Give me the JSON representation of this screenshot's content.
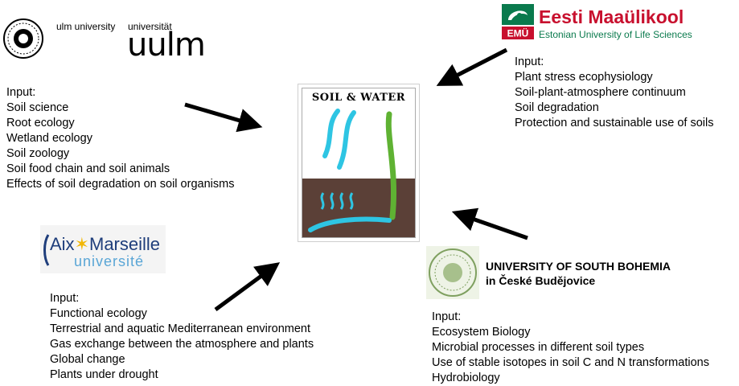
{
  "center": {
    "title": "SOIL & WATER"
  },
  "ulm": {
    "label_ulm_university": "ulm university",
    "label_universitat": "universität",
    "wordmark": "uulm",
    "input_heading": "Input:",
    "items": [
      "Soil science",
      "Root ecology",
      "Wetland ecology",
      "Soil zoology",
      "Soil food chain and soil animals",
      "Effects of soil degradation on soil organisms"
    ]
  },
  "emu": {
    "name": "Eesti Maaülikool",
    "subtitle": "Estonian University of Life Sciences",
    "badge": "EMÜ",
    "input_heading": "Input:",
    "items": [
      "Plant stress ecophysiology",
      "Soil-plant-atmosphere continuum",
      "Soil degradation",
      "Protection and sustainable use of soils"
    ]
  },
  "amu": {
    "line1_left": "Aix",
    "line1_right": "Marseille",
    "line2": "université",
    "input_heading": "Input:",
    "items": [
      "Functional ecology",
      "Terrestrial and aquatic Mediterranean environment",
      "Gas exchange between the atmosphere and plants",
      "Global change",
      "Plants under drought"
    ]
  },
  "usb": {
    "name_line1": "UNIVERSITY OF SOUTH BOHEMIA",
    "name_line2": "in České Budějovice",
    "input_heading": "Input:",
    "items": [
      "Ecosystem Biology",
      "Microbial processes in different soil types",
      "Use of stable isotopes in soil C and N transformations",
      "Hydrobiology"
    ]
  },
  "colors": {
    "water": "#2ec5e3",
    "root": "#5fb233",
    "soil": "#5b4037",
    "arrow": "#000000",
    "emu_red": "#c8102e",
    "emu_green": "#0a7a4d",
    "amu_blue": "#1f3e7b",
    "amu_light": "#5aa6d6"
  }
}
